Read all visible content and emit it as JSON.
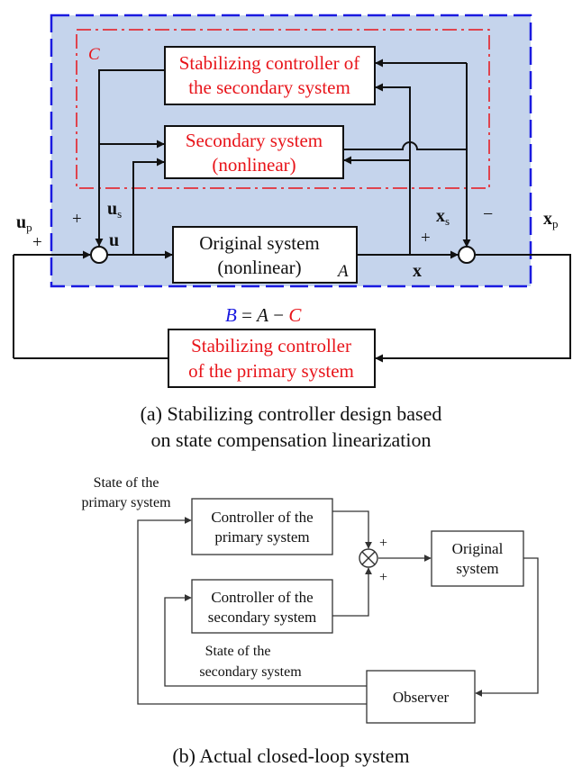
{
  "diagram_a": {
    "label_C": "C",
    "box_stab_secondary": [
      "Stabilizing controller of",
      "the secondary system"
    ],
    "box_secondary_system": [
      "Secondary system",
      "(nonlinear)"
    ],
    "box_original_system": [
      "Original system",
      "(nonlinear)"
    ],
    "label_A": "A",
    "box_stab_primary": [
      "Stabilizing controller",
      "of the primary system"
    ],
    "u_p": "u",
    "u_p_sub": "p",
    "u_s": "u",
    "u_s_sub": "s",
    "u": "u",
    "x": "x",
    "x_s": "x",
    "x_s_sub": "s",
    "x_p": "x",
    "x_p_sub": "p",
    "plus": "+",
    "minus": "−",
    "eq_B": "B",
    "eq_eq": " = ",
    "eq_A": "A",
    "eq_minus": " − ",
    "eq_C": "C",
    "caption": [
      "(a) Stabilizing  controller design based",
      "on state compensation linearization"
    ],
    "colors": {
      "region_fill": "#c5d4ec",
      "region_border": "#1a1ae0",
      "inner_border": "#e8141a",
      "red_text": "#e8141a"
    }
  },
  "diagram_b": {
    "label_state_primary": [
      "State of the",
      "primary system"
    ],
    "box_ctrl_primary": [
      "Controller of the",
      "primary system"
    ],
    "box_ctrl_secondary": [
      "Controller of the",
      "secondary system"
    ],
    "box_original": [
      "Original",
      "system"
    ],
    "box_observer": "Observer",
    "label_state_secondary": [
      "State of the",
      "secondary system"
    ],
    "plus": "+",
    "caption": "(b) Actual closed-loop system"
  }
}
